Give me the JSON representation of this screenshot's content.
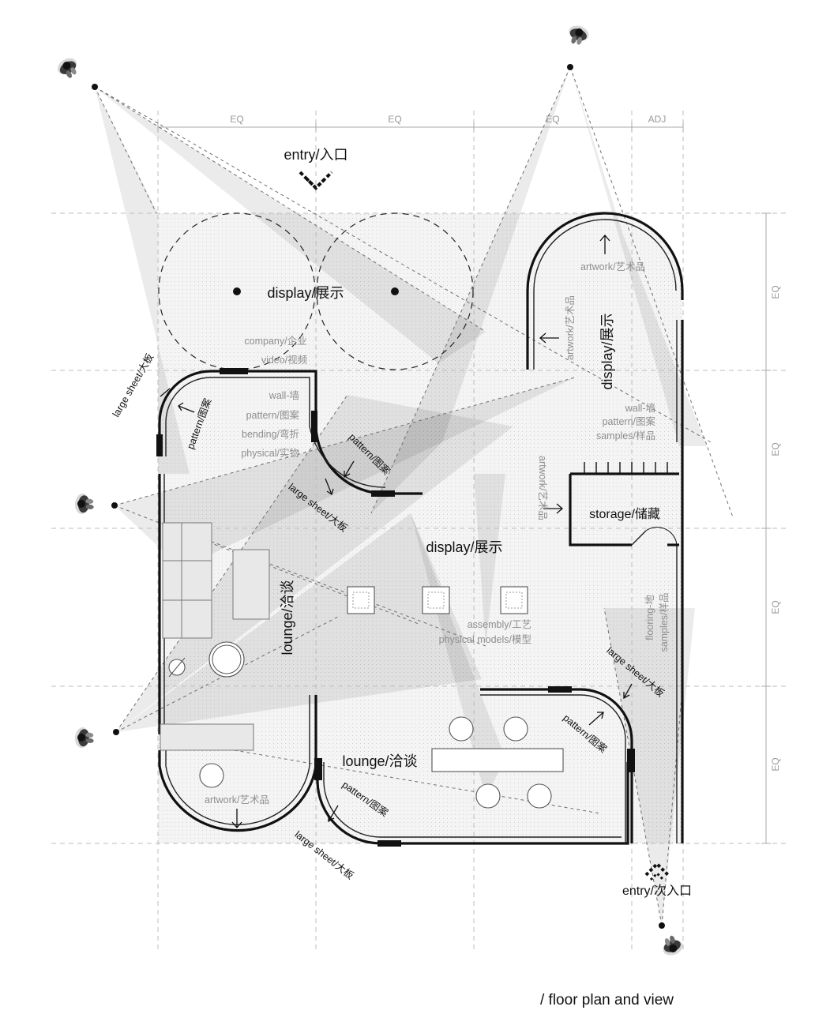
{
  "dimensions": {
    "top": [
      "EQ",
      "EQ",
      "EQ",
      "ADJ"
    ],
    "right": [
      "EQ",
      "EQ",
      "EQ",
      "EQ"
    ]
  },
  "labels": {
    "entry_main": "entry/入口",
    "entry_secondary": "entry/次入口",
    "display_top": "display/展示",
    "display_center": "display/展示",
    "display_right": "display/展示",
    "lounge_left": "lounge/洽谈",
    "lounge_bottom": "lounge/洽谈",
    "storage": "storage/储藏",
    "company": "company/企业",
    "video": "video/视频",
    "wall": "wall-墙",
    "pattern_left_list": "pattern/图案",
    "bending": "bending/弯折",
    "physical": "physical/实物",
    "pattern_left_curve": "pattern/图案",
    "pattern_mid_curve": "pattern/图案",
    "large_sheet_left": "large sheet/大板",
    "large_sheet_mid": "large sheet/大板",
    "artwork_top": "artwork/艺术品",
    "artwork_side": "artwork/艺术品",
    "artwork_storage": "artwork/艺术品",
    "wall_right": "wall-墙",
    "pattern_right": "pattern/图案",
    "samples_right": "samples/样品",
    "assembly": "assembly/工艺",
    "physical_models": "physical models/模型",
    "flooring": "flooring-地",
    "flooring_samples": "samples/样品",
    "large_sheet_right": "large sheet/大板",
    "pattern_br": "pattern/图案",
    "artwork_bl": "artwork/艺术品",
    "pattern_bottom": "pattern/图案",
    "large_sheet_bottom": "large sheet/大板"
  },
  "caption": "/ floor plan and view"
}
